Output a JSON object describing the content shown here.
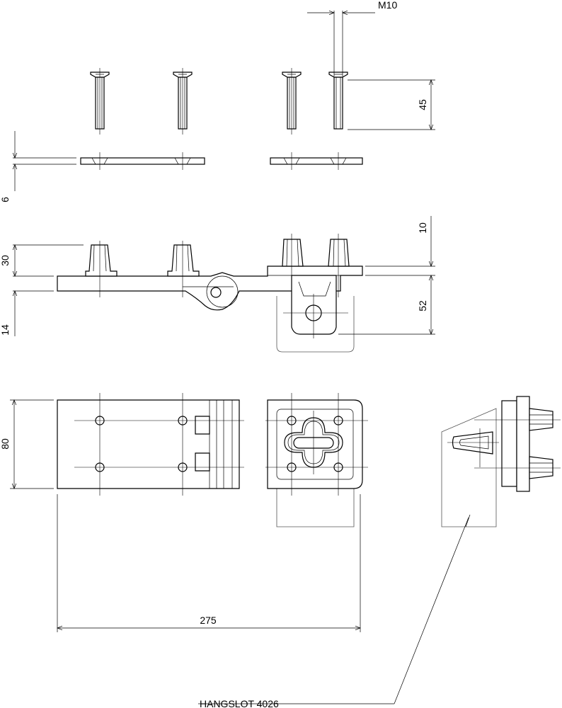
{
  "dimensions": {
    "m10": "M10",
    "d45": "45",
    "d6": "6",
    "d30": "30",
    "d14": "14",
    "d10": "10",
    "d52": "52",
    "d80": "80",
    "d275": "275"
  },
  "label": "HANGSLOT 4026"
}
